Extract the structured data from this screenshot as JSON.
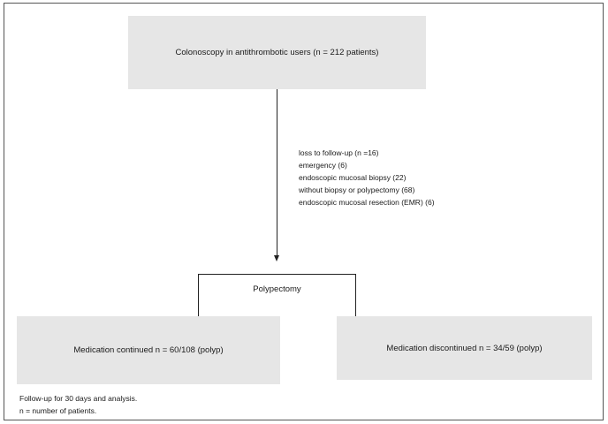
{
  "top_box": {
    "label": "Colonoscopy in antithrombotic users (n = 212 patients)"
  },
  "exclusions": [
    "loss to follow-up (n =16)",
    "emergency (6)",
    "endoscopic mucosal biopsy (22)",
    "without biopsy or polypectomy (68)",
    "endoscopic mucosal resection (EMR) (6)"
  ],
  "polypectomy": {
    "label": "Polypectomy"
  },
  "left_box": {
    "label": "Medication continued n = 60/108 (polyp)"
  },
  "right_box": {
    "label": "Medication discontinued n = 34/59 (polyp)"
  },
  "footnotes": {
    "line1": "Follow-up for 30 days and analysis.",
    "line2": "n = number of patients."
  }
}
